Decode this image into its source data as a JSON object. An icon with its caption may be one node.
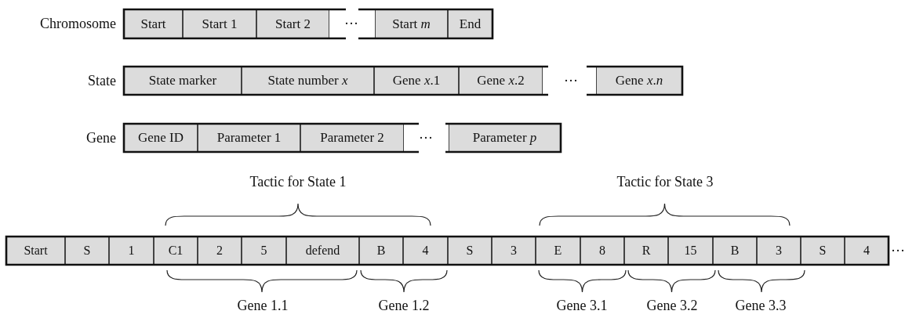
{
  "diagram": {
    "nodes": [
      {
        "text": [
          "Start"
        ]
      },
      {
        "text": [
          "Start 1"
        ]
      },
      {
        "text": [
          "Start 2"
        ]
      },
      {
        "text": [
          "Start *m*"
        ]
      },
      {
        "text": [
          "End"
        ]
      },
      {
        "text": [
          "State marker"
        ]
      },
      {
        "text": [
          "State number *x*"
        ]
      },
      {
        "text": [
          "Gene *x*.1"
        ]
      },
      {
        "text": [
          "Gene *x*.2"
        ]
      },
      {
        "text": [
          "Gene *x*.*n*"
        ]
      },
      {
        "text": [
          "Gene ID"
        ]
      },
      {
        "text": [
          "Parameter 1"
        ]
      },
      {
        "text": [
          "Parameter 2"
        ]
      },
      {
        "text": [
          "Parameter *p*"
        ]
      },
      {
        "text": [
          "Start"
        ]
      },
      {
        "text": [
          "S"
        ]
      },
      {
        "text": [
          "1"
        ]
      },
      {
        "text": [
          "C1"
        ]
      },
      {
        "text": [
          "2"
        ]
      },
      {
        "text": [
          "5"
        ]
      },
      {
        "text": [
          "defend"
        ]
      },
      {
        "text": [
          "B"
        ]
      },
      {
        "text": [
          "4"
        ]
      },
      {
        "text": [
          "S"
        ]
      },
      {
        "text": [
          "3"
        ]
      },
      {
        "text": [
          "E"
        ]
      },
      {
        "text": [
          "8"
        ]
      },
      {
        "text": [
          "R"
        ]
      },
      {
        "text": [
          "15"
        ]
      },
      {
        "text": [
          "B"
        ]
      },
      {
        "text": [
          "3"
        ]
      },
      {
        "text": [
          "S"
        ]
      },
      {
        "text": [
          "4"
        ]
      }
    ],
    "edges": [],
    "labels": [
      "Chromosome",
      "···",
      "State",
      "···",
      "Gene",
      "···",
      "Tactic for State 1",
      "Tactic for State 3",
      "···",
      "Gene 1.1",
      "Gene 1.2",
      "Gene 3.1",
      "Gene 3.2",
      "Gene 3.3"
    ]
  }
}
